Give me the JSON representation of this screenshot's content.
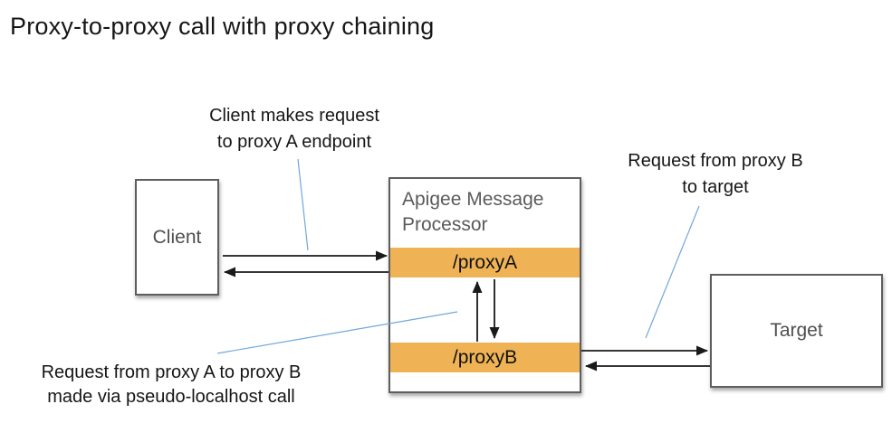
{
  "title": "Proxy-to-proxy call with proxy chaining",
  "annotations": {
    "client_request": {
      "line1": "Client makes request",
      "line2": "to proxy A endpoint"
    },
    "proxy_b_to_target": {
      "line1": "Request from proxy B",
      "line2": "to target"
    },
    "pseudo_localhost": {
      "line1": "Request from proxy A to proxy B",
      "line2": "made via pseudo-localhost call"
    }
  },
  "nodes": {
    "client": {
      "label": "Client"
    },
    "apigee": {
      "title": "Apigee Message Processor",
      "proxy_a": "/proxyA",
      "proxy_b": "/proxyB"
    },
    "target": {
      "label": "Target"
    }
  },
  "colors": {
    "proxy_bar_fill": "#efb355",
    "annotation_leader_line": "#6fa8dc",
    "arrow": "#1a1a1a",
    "box_border": "#5e5e5e",
    "node_label_text": "#4f4f4f",
    "apigee_header_text": "#5a5a5a"
  }
}
